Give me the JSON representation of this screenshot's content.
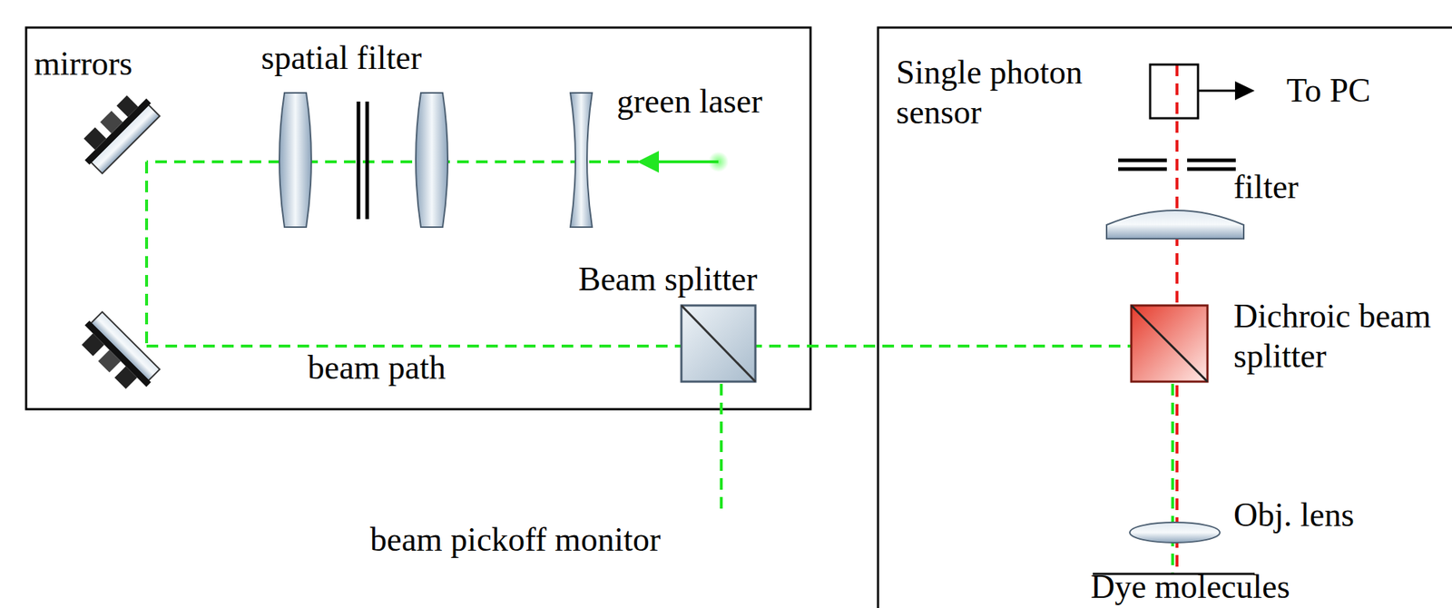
{
  "diagram": {
    "labels": [
      "mirrors",
      "spatial filter",
      "green laser",
      "Beam splitter",
      "beam path",
      "beam pickoff monitor",
      "Single photon sensor",
      "To PC",
      "filter",
      "Dichroic beam splitter",
      "Obj. lens",
      "Dye molecules"
    ]
  }
}
